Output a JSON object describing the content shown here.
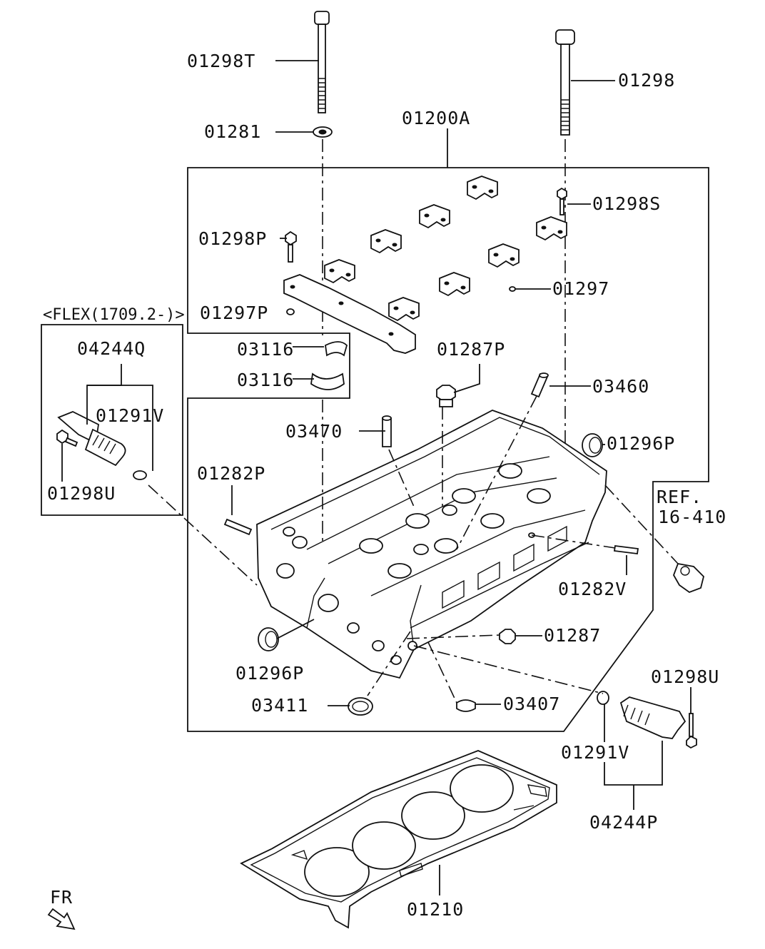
{
  "labels": {
    "p01298T": "01298T",
    "p01298": "01298",
    "p01281": "01281",
    "p01200A": "01200A",
    "p01298S": "01298S",
    "p01298P": "01298P",
    "p01297": "01297",
    "p01297P": "01297P",
    "flex_box_title": "<FLEX(1709.2-)>",
    "p04244Q": "04244Q",
    "p01291V_flex": "01291V",
    "p01298U_flex": "01298U",
    "p03116_a": "03116",
    "p03116_b": "03116",
    "p01287P": "01287P",
    "p03460": "03460",
    "p03470": "03470",
    "p01296P_right": "01296P",
    "p01282P": "01282P",
    "ref_line1": "REF.",
    "ref_line2": "16-410",
    "p01282V": "01282V",
    "p01287": "01287",
    "p01296P_left": "01296P",
    "p03411": "03411",
    "p03407": "03407",
    "p01298U": "01298U",
    "p01291V": "01291V",
    "p04244P": "04244P",
    "p01210": "01210",
    "fr": "FR"
  },
  "colors": {
    "line": "#111111",
    "background": "#ffffff"
  },
  "icons": {
    "front_direction": "front-arrow-icon"
  }
}
